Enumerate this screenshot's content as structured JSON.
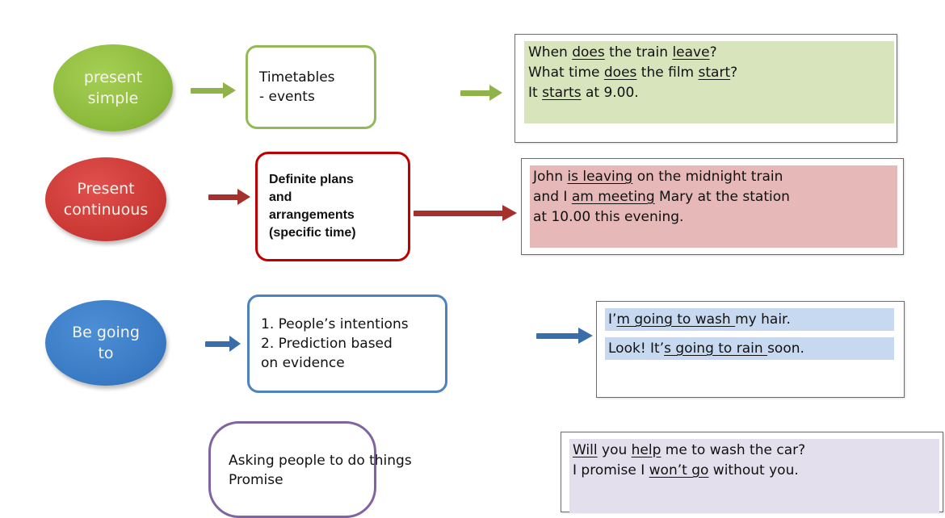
{
  "rows": [
    {
      "tense": [
        "present",
        "simple"
      ],
      "usage": [
        "Timetables",
        "- events"
      ],
      "examples": [
        [
          {
            "t": "When "
          },
          {
            "t": "does",
            "u": true
          },
          {
            "t": " the train "
          },
          {
            "t": "leave",
            "u": true
          },
          {
            "t": "?"
          }
        ],
        [
          {
            "t": "What time "
          },
          {
            "t": "does",
            "u": true
          },
          {
            "t": " the film "
          },
          {
            "t": "start",
            "u": true
          },
          {
            "t": "?"
          }
        ],
        [
          {
            "t": "It "
          },
          {
            "t": "starts",
            "u": true
          },
          {
            "t": " at 9.00."
          }
        ]
      ],
      "colors": {
        "oval": "#8dbb3c",
        "box_border": "#93b958",
        "example_fill": "#d8e4bc",
        "arrow": "#8fb34a"
      }
    },
    {
      "tense": [
        "Present",
        "continuous"
      ],
      "usage": [
        "Definite plans",
        "and",
        "arrangements",
        "(specific time)"
      ],
      "examples": [
        [
          {
            "t": "John "
          },
          {
            "t": "is leaving",
            "u": true
          },
          {
            "t": " on the midnight train"
          }
        ],
        [
          {
            "t": "and I "
          },
          {
            "t": "am meeting",
            "u": true
          },
          {
            "t": " Mary at the station"
          }
        ],
        [
          {
            "t": "at 10.00 this evening."
          }
        ]
      ],
      "colors": {
        "oval": "#cc3a36",
        "box_border": "#c00000",
        "example_fill": "#e6b9b8",
        "arrow": "#a5302c"
      }
    },
    {
      "tense": [
        "Be going",
        "to"
      ],
      "usage": [
        "1. People’s intentions",
        "2. Prediction based",
        "on evidence"
      ],
      "examples": [
        [
          {
            "t": "I’"
          },
          {
            "t": "m going to wash ",
            "u": true
          },
          {
            "t": "my hair."
          }
        ],
        [
          {
            "t": "Look! It’"
          },
          {
            "t": "s going to rain ",
            "u": true
          },
          {
            "t": "soon."
          }
        ]
      ],
      "colors": {
        "oval": "#3b7cc6",
        "box_border": "#4f81bd",
        "example_fill": "#c6d9f1",
        "arrow": "#3a6ea8"
      }
    },
    {
      "usage": [
        "Asking people to do things",
        "Promise"
      ],
      "examples": [
        [
          {
            "t": "Will",
            "u": true
          },
          {
            "t": " you "
          },
          {
            "t": "help",
            "u": true
          },
          {
            "t": " me to wash the car?"
          }
        ],
        [
          {
            "t": "I promise I "
          },
          {
            "t": "won’t go",
            "u": true
          },
          {
            "t": " without you."
          }
        ]
      ],
      "colors": {
        "box_border": "#8064a2",
        "example_fill": "#e4dfec"
      }
    }
  ]
}
